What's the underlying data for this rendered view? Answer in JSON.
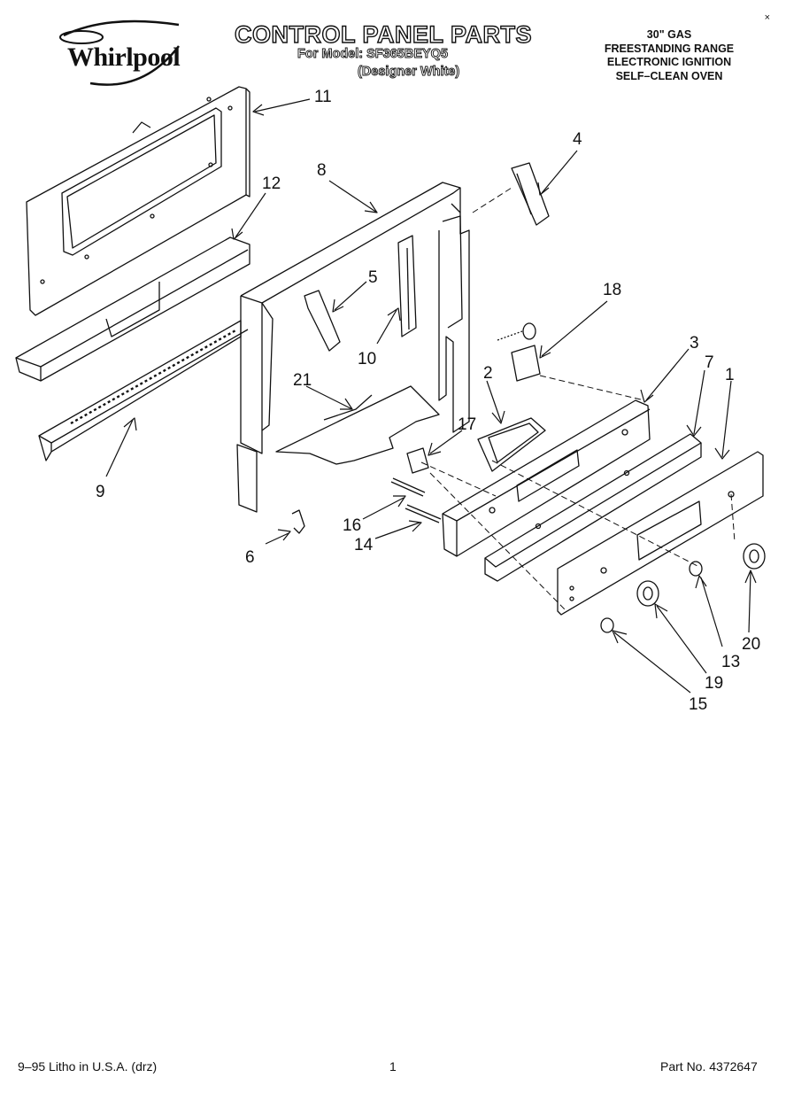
{
  "brand": "Whirlpool",
  "title": "CONTROL PANEL PARTS",
  "model_line": "For Model: SF365BEYQ5",
  "variant_line": "(Designer White)",
  "spec_lines": [
    "30\" GAS",
    "FREESTANDING RANGE",
    "ELECTRONIC IGNITION",
    "SELF–CLEAN OVEN"
  ],
  "corner_mark": "×",
  "part_numbers": {
    "p1": "1",
    "p2": "2",
    "p3": "3",
    "p4": "4",
    "p5": "5",
    "p6": "6",
    "p7": "7",
    "p8": "8",
    "p9": "9",
    "p10": "10",
    "p11": "11",
    "p12": "12",
    "p13": "13",
    "p14": "14",
    "p15": "15",
    "p16": "16",
    "p17": "17",
    "p18": "18",
    "p19": "19",
    "p20": "20",
    "p21": "21"
  },
  "footer": {
    "left": "9–95 Litho in U.S.A. (drz)",
    "page": "1",
    "part_no": "Part No. 4372647"
  }
}
